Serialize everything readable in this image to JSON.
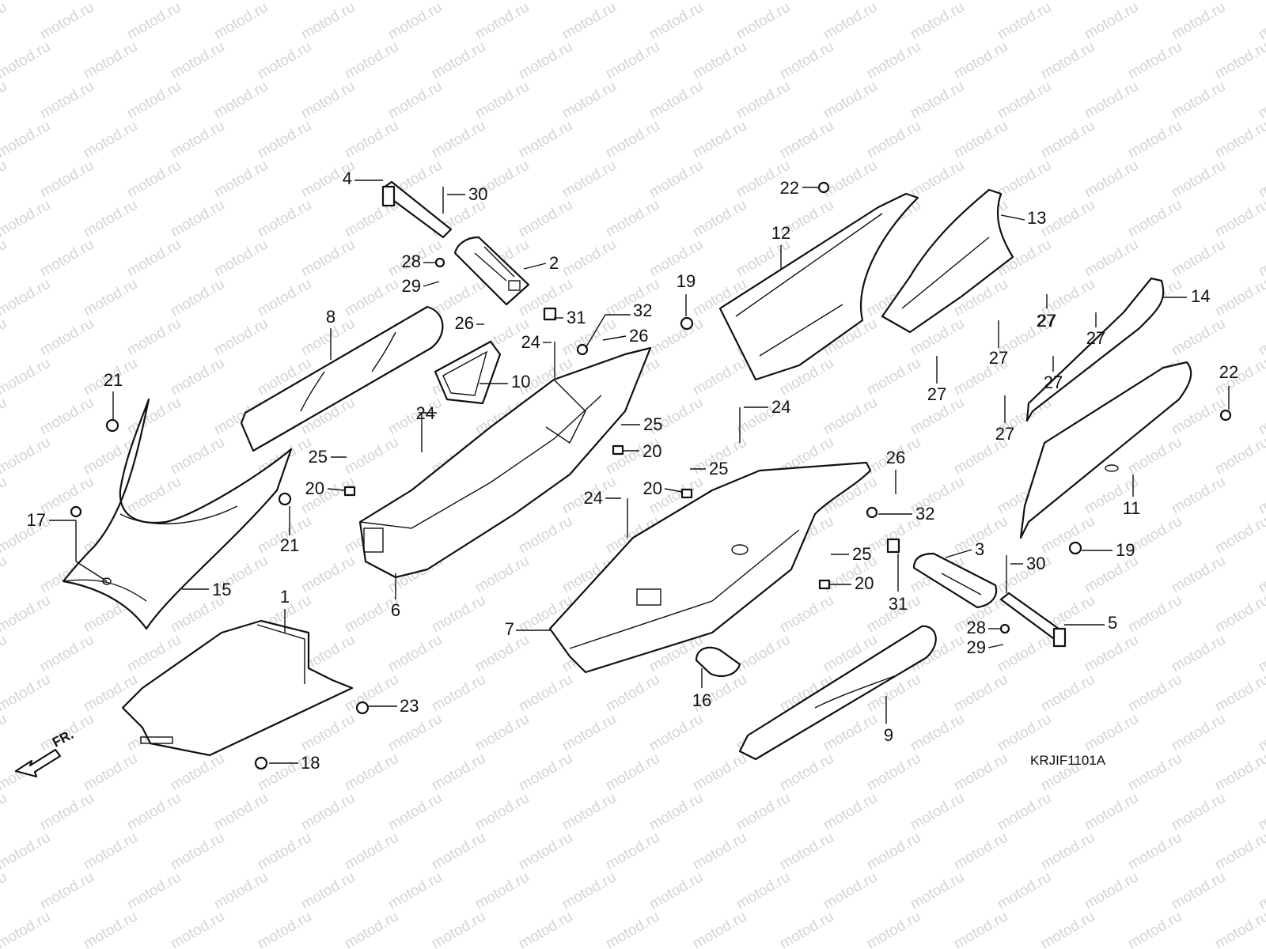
{
  "watermark": "motod.ru",
  "diagram_code": "KRJIF1101A",
  "direction_label": "FR.",
  "callouts": {
    "n1": "1",
    "n2": "2",
    "n3": "3",
    "n4": "4",
    "n5": "5",
    "n6": "6",
    "n7": "7",
    "n8": "8",
    "n9": "9",
    "n10": "10",
    "n11": "11",
    "n12": "12",
    "n13": "13",
    "n14": "14",
    "n15": "15",
    "n16": "16",
    "n17": "17",
    "n18": "18",
    "n19": "19",
    "n20": "20",
    "n21": "21",
    "n22": "22",
    "n23": "23",
    "n24": "24",
    "n25": "25",
    "n26": "26",
    "n27": "27",
    "n28": "28",
    "n29": "29",
    "n30": "30",
    "n31": "31",
    "n32": "32"
  },
  "colors": {
    "line": "#111111",
    "watermark": "#d4d4d4",
    "background": "#ffffff"
  }
}
